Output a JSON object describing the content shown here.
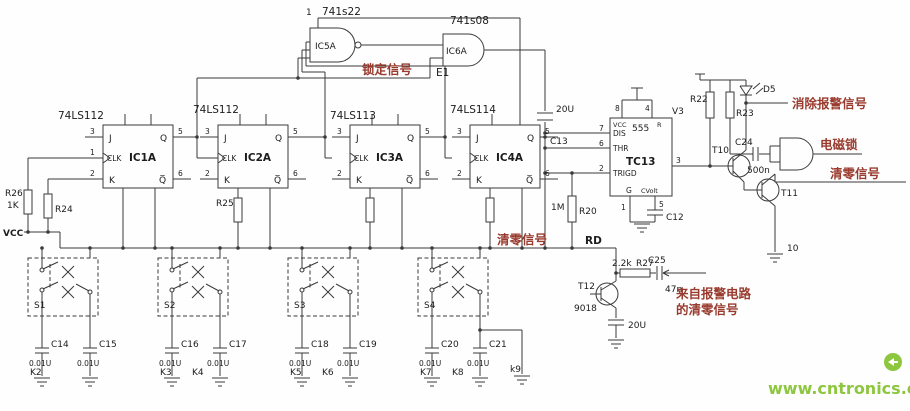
{
  "colors": {
    "line": "#3a3a3a",
    "signal": "#993b2e",
    "watermark": "#8dc63f"
  },
  "top": {
    "pin1": "1",
    "ic5a_part": "741s22",
    "ic5a_name": "IC5A",
    "lock_signal": "锁定信号",
    "ic6a_part": "741s08",
    "ic6a_name": "IC6A",
    "ic6a_designator": "E1"
  },
  "ff_pins": {
    "j": "J",
    "clk": "CLK",
    "k": "K",
    "q": "Q",
    "qb": "Q̅",
    "n_j": "3",
    "n_clk": "1",
    "n_k": "2",
    "n_q": "5",
    "n_qb": "6"
  },
  "flipflops": [
    {
      "part": "74LS112",
      "name": "IC1A"
    },
    {
      "part": "74LS112",
      "name": "IC2A"
    },
    {
      "part": "74LS113",
      "name": "IC3A"
    },
    {
      "part": "74LS114",
      "name": "IC4A"
    }
  ],
  "left": {
    "r26": "R26",
    "r26_value": "1K",
    "r24": "R24",
    "r25": "R25",
    "vcc": "VCC"
  },
  "timer": {
    "part": "555",
    "name": "TC13",
    "pin_vcc": "VCC",
    "pin_r": "R",
    "pin_dis": "DIS",
    "pin_thr": "THR",
    "pin_trig": "TRIGD",
    "pin_g": "G",
    "pin_cv": "CVolt",
    "n_vcc": "8",
    "n_r": "4",
    "n_dis": "7",
    "n_thr": "6",
    "n_trig": "2",
    "n_out": "3",
    "n_g": "1",
    "n_cv": "5",
    "v3": "V3",
    "c13": "C13",
    "c13_value": "20U",
    "r20": "R20",
    "r20_value": "1M",
    "c12": "C12"
  },
  "mid": {
    "clear_signal": "清零信号",
    "rd": "RD"
  },
  "right": {
    "r22": "R22",
    "r23": "R23",
    "d5": "D5",
    "clear_alarm_signal": "消除报警信号",
    "c24": "C24",
    "c24_value": "500n",
    "em_lock": "电磁锁",
    "clear_signal": "清零信号",
    "t10": "T10",
    "t11": "T11",
    "net10": "10"
  },
  "alarm_reset": {
    "r27": "R27",
    "r27_value": "2.2k",
    "c25": "C25",
    "c25_value": "47n",
    "t12": "T12",
    "t12_part": "9018",
    "c26_value": "20U",
    "text_line1": "来自报警电路",
    "text_line2": "的清零信号"
  },
  "key_groups": [
    {
      "switch": "S1",
      "cap_a": "C14",
      "cap_a_value": "0.01U",
      "cap_b": "C15",
      "cap_b_value": "0.01U",
      "keys": [
        "K2"
      ]
    },
    {
      "switch": "S2",
      "cap_a": "C16",
      "cap_a_value": "0.01U",
      "cap_b": "C17",
      "cap_b_value": "0.01U",
      "keys": [
        "K3",
        "K4"
      ]
    },
    {
      "switch": "S3",
      "cap_a": "C18",
      "cap_a_value": "0.01U",
      "cap_b": "C19",
      "cap_b_value": "0.01U",
      "keys": [
        "K5",
        "K6"
      ]
    },
    {
      "switch": "S4",
      "cap_a": "C20",
      "cap_a_value": "0.01U",
      "cap_b": "C21",
      "cap_b_value": "0.01U",
      "keys": [
        "K7",
        "K8",
        "k9"
      ]
    }
  ],
  "watermark": "www.cntronics.com"
}
